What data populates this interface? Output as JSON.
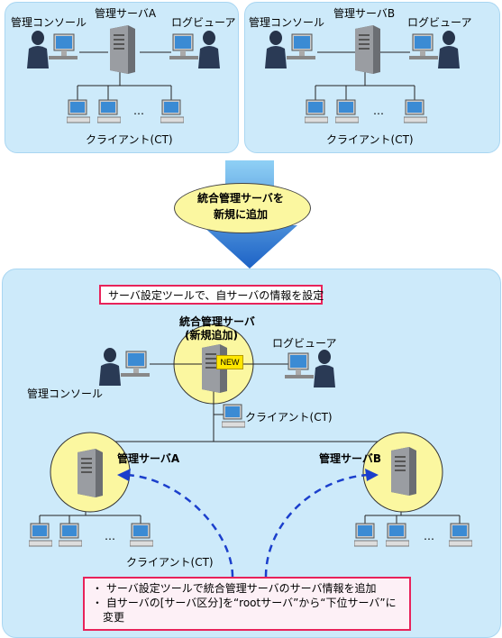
{
  "top_left": {
    "console_label": "管理コンソール",
    "server_label": "管理サーバA",
    "viewer_label": "ログビューア",
    "ellipsis": "…",
    "clients_label": "クライアント(CT)"
  },
  "top_right": {
    "console_label": "管理コンソール",
    "server_label": "管理サーバB",
    "viewer_label": "ログビューア",
    "ellipsis": "…",
    "clients_label": "クライアント(CT)"
  },
  "transition": {
    "line1": "統合管理サーバを",
    "line2": "新規に追加"
  },
  "bottom": {
    "banner": "サーバ設定ツールで、自サーバの情報を設定",
    "integrated_server_line1": "統合管理サーバ",
    "integrated_server_line2": "(新規追加)",
    "new_badge": "NEW",
    "viewer_label": "ログビューア",
    "console_label": "管理コンソール",
    "client_label": "クライアント(CT)",
    "server_a_label": "管理サーバA",
    "server_b_label": "管理サーバB",
    "ellipsis_a": "…",
    "ellipsis_b": "…",
    "clients_label": "クライアント(CT)",
    "notes": [
      "・ サーバ設定ツールで統合管理サーバのサーバ情報を追加",
      "・ 自サーバの[サーバ区分]を“rootサーバ”から“下位サーバ”に",
      "変更"
    ]
  },
  "colors": {
    "panel_bg": "#cdeafa",
    "highlight_circle": "#fbf7a0",
    "red_border": "#e8235a",
    "arrow_blue": "#1c62c6",
    "dash_blue": "#1b3fcc",
    "note_bg": "#fdf0f6"
  },
  "icons": [
    "person-at-desk-icon",
    "tower-server-icon",
    "client-pc-icon",
    "new-badge-icon",
    "down-arrow-icon"
  ]
}
